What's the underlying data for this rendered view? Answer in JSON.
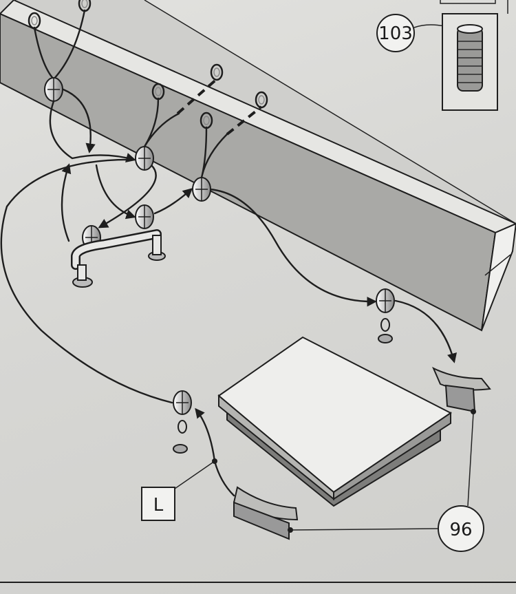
{
  "labels": {
    "part_103": "103",
    "line_l": "L",
    "part_96": "96"
  },
  "colors": {
    "paper": "#d6d6d3",
    "ink": "#1e1e1e",
    "shade": "#9a9a98"
  }
}
